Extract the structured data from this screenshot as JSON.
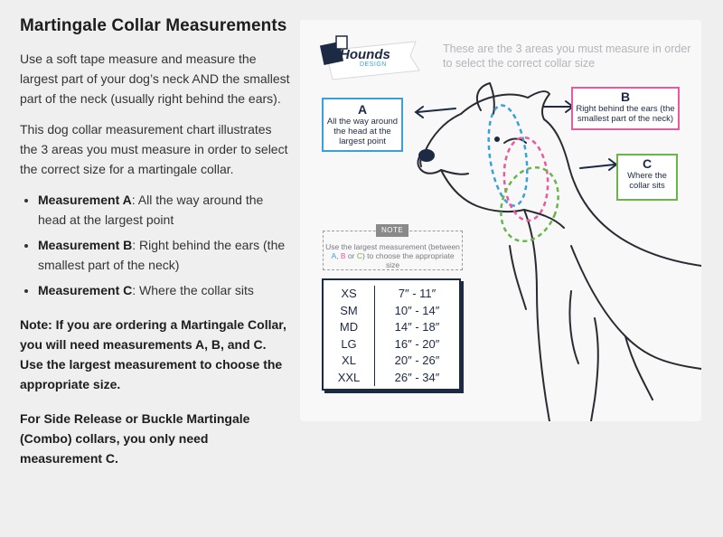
{
  "heading": "Martingale Collar Measurements",
  "intro": "Use a soft tape measure and measure the largest part of your dog’s neck AND the smallest part of the neck (usually right behind the ears).",
  "chart_intro": "This dog collar measurement chart illustrates the 3 areas you must measure in order to select the correct size for a martingale collar.",
  "measurements": [
    {
      "label": "Measurement A",
      "desc": ": All the way around the head at the largest point"
    },
    {
      "label": "Measurement B",
      "desc": ": Right behind the ears (the smallest part of the neck)"
    },
    {
      "label": "Measurement C",
      "desc": ": Where the collar sits"
    }
  ],
  "note1": "Note:  If you are ordering a Martingale Collar, you will need measurements A, B, and C.  Use the largest measurement to choose the appropriate size.",
  "note2": "For Side Release or Buckle Martingale (Combo) collars, you only need measurement C.",
  "chart": {
    "logo_text": "Hounds",
    "logo_sub": "DESIGN",
    "intro": "These are the 3 areas you must measure in order to select the correct collar size",
    "boxA": {
      "letter": "A",
      "text": "All the way around the head at the largest point"
    },
    "boxB": {
      "letter": "B",
      "text": "Right behind the ears (the smallest part of the neck)"
    },
    "boxC": {
      "letter": "C",
      "text": "Where the collar sits"
    },
    "note_tag": "NOTE",
    "note_pre": "Use the largest measurement (between ",
    "note_a": "A",
    "note_sep1": ", ",
    "note_b": "B",
    "note_sep2": " or ",
    "note_c": "C",
    "note_post": ") to choose the appropriate size",
    "sizes": [
      {
        "size": "XS",
        "range": "7″ - 11″"
      },
      {
        "size": "SM",
        "range": "10″ - 14″"
      },
      {
        "size": "MD",
        "range": "14″ - 18″"
      },
      {
        "size": "LG",
        "range": "16″ - 20″"
      },
      {
        "size": "XL",
        "range": "20″ - 26″"
      },
      {
        "size": "XXL",
        "range": "26″ - 34″"
      }
    ],
    "colors": {
      "a": "#3aa0d6",
      "b": "#e75a9e",
      "c": "#69b54a",
      "navy": "#1d2a44"
    }
  }
}
